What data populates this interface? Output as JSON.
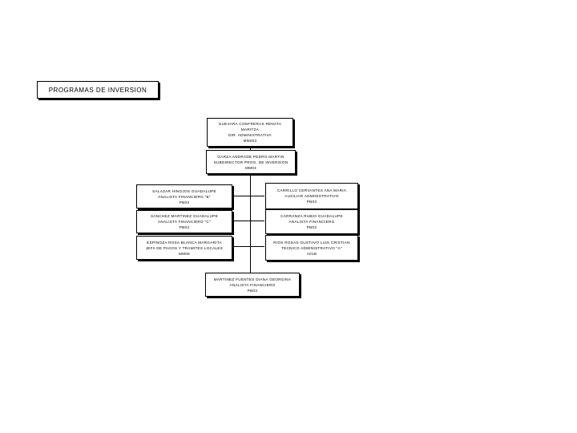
{
  "title": "PROGRAMAS DE INVERSION",
  "nodes": {
    "director": {
      "name": "GUEVARA CONTRERAS RENATA",
      "name2": "MARITZA",
      "role": "DIR. ADMINISTRATIVA",
      "code": "MM003"
    },
    "subdirector": {
      "name": "GARZA ANDRADE PEDRO MARTIN",
      "role": "SUBDIRECTOR PROG. DE INVERSION",
      "code": "MM04"
    },
    "left1": {
      "name": "SALAZAR HINOJOS GUADALUPE",
      "role": "ANALISTA FINANCIERO \"B\"",
      "code": "PB03"
    },
    "left2": {
      "name": "SANCHEZ MARTINEZ GUADALUPE",
      "role": "ANALISTA FINANCIERO \"C\"",
      "code": "PB03"
    },
    "left3": {
      "name": "ESPINOZA ROSA BLANCA MARGARITA",
      "role": "JEFA DE PAGOS Y TRAMITES LOCALES",
      "code": "MM06"
    },
    "right1": {
      "name": "CARRILLO CERVANTES ANA MARIA",
      "role": "AUXILIAR ADMINISTRATIVO",
      "code": "PB03"
    },
    "right2": {
      "name": "CARRANZA RUBIO GUADALUPE",
      "role": "ANALISTA FINANCIERO",
      "code": "PB03"
    },
    "right3": {
      "name": "RIOS ROSAS GUSTAVO LUIS CRISTIAN",
      "role": "TECNICO ADMINISTRATIVO \"A\"",
      "code": "A01B"
    },
    "bottom": {
      "name": "MARTINEZ FUENTES DIANA GEORGINA",
      "role": "ANALISTA FINANCIERO",
      "code": "PB03"
    }
  }
}
